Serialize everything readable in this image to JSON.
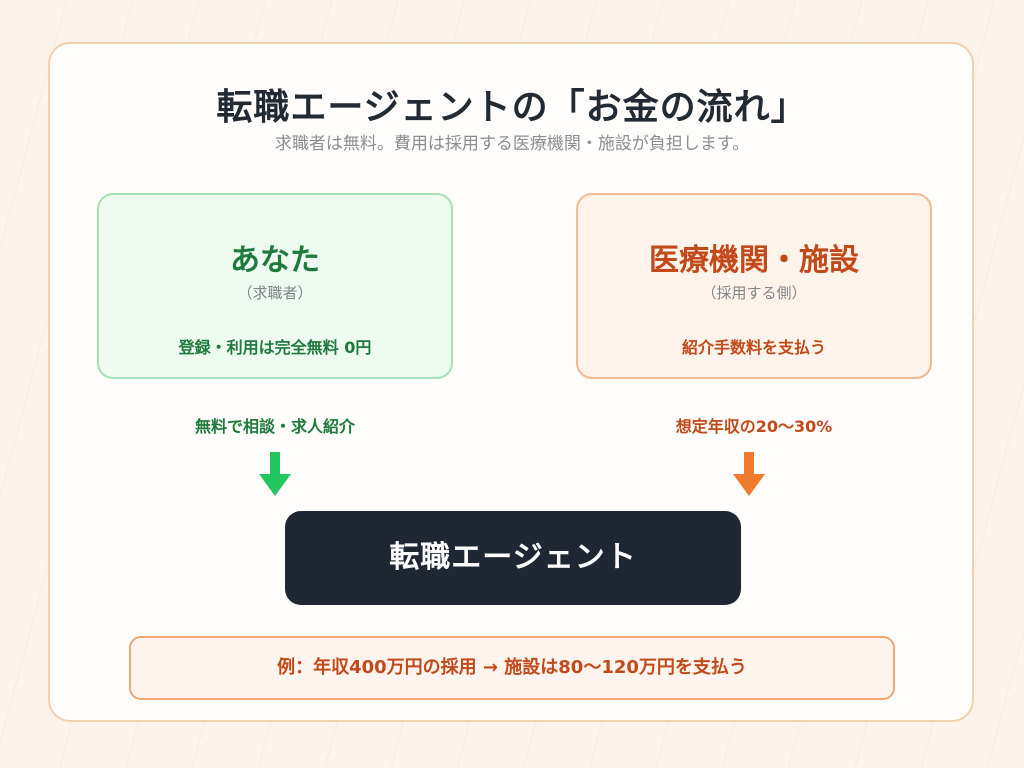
{
  "title": "転職エージェントの「お金の流れ」",
  "subtitle": "求職者は無料。費用は採用する医療機関・施設が負担します。",
  "parties": {
    "job_seeker": {
      "name": "あなた",
      "role": "（求職者）",
      "note": "登録・利用は完全無料 0円"
    },
    "facility": {
      "name": "医療機関・施設",
      "role": "（採用する側）",
      "note": "紹介手数料を支払う"
    }
  },
  "flows": {
    "job_seeker_label": "無料で相談・求人紹介",
    "facility_label": "想定年収の20〜30%"
  },
  "agent": {
    "label": "転職エージェント"
  },
  "example": {
    "text": "例：年収400万円の採用 → 施設は80〜120万円を支払う"
  },
  "colors": {
    "green_accent": "#22c55e",
    "orange_accent": "#f07a2e",
    "dark_box": "#1f2733"
  },
  "icons": {
    "left_arrow": "arrow-down-icon",
    "right_arrow": "arrow-down-icon"
  }
}
